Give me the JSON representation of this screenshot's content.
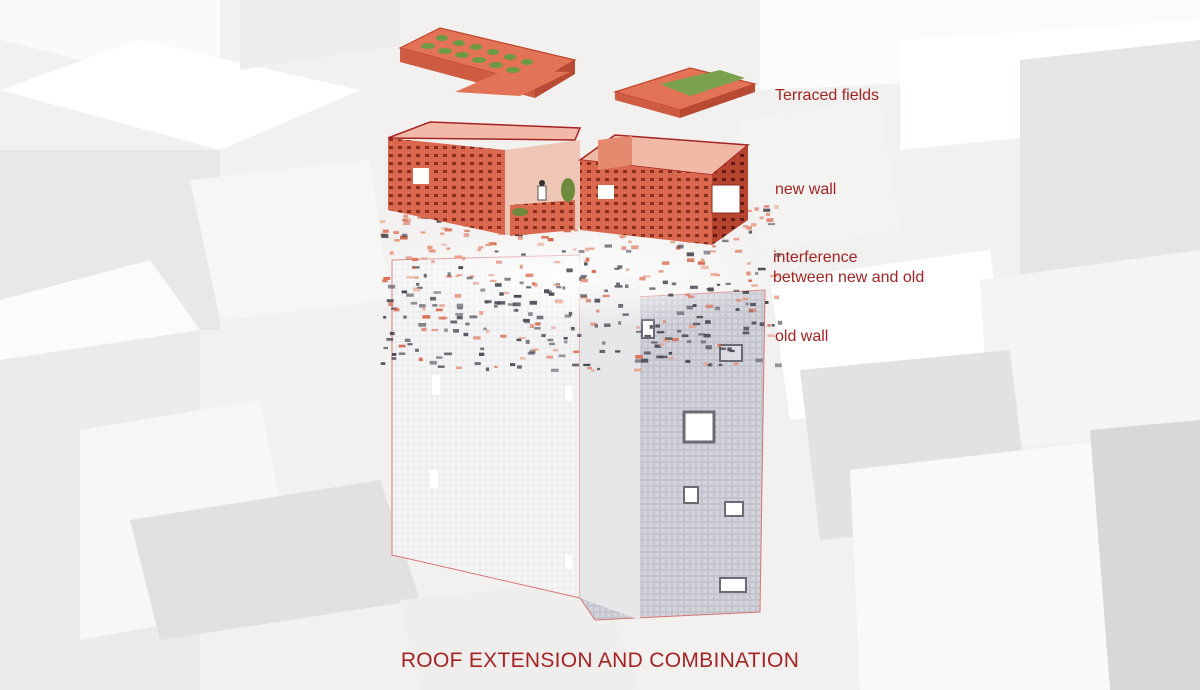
{
  "labels": {
    "terraced_fields": "Terraced fields",
    "new_wall": "new wall",
    "interference_line1": "interference",
    "interference_line2": "between new and old",
    "old_wall": "old wall"
  },
  "caption": "ROOF EXTENSION AND COMBINATION",
  "colors": {
    "accent_red": "#a52323",
    "brick": "#d9684e",
    "brick_dark": "#b8442f",
    "planting": "#7aa24e",
    "background": "#f2f1ef"
  }
}
